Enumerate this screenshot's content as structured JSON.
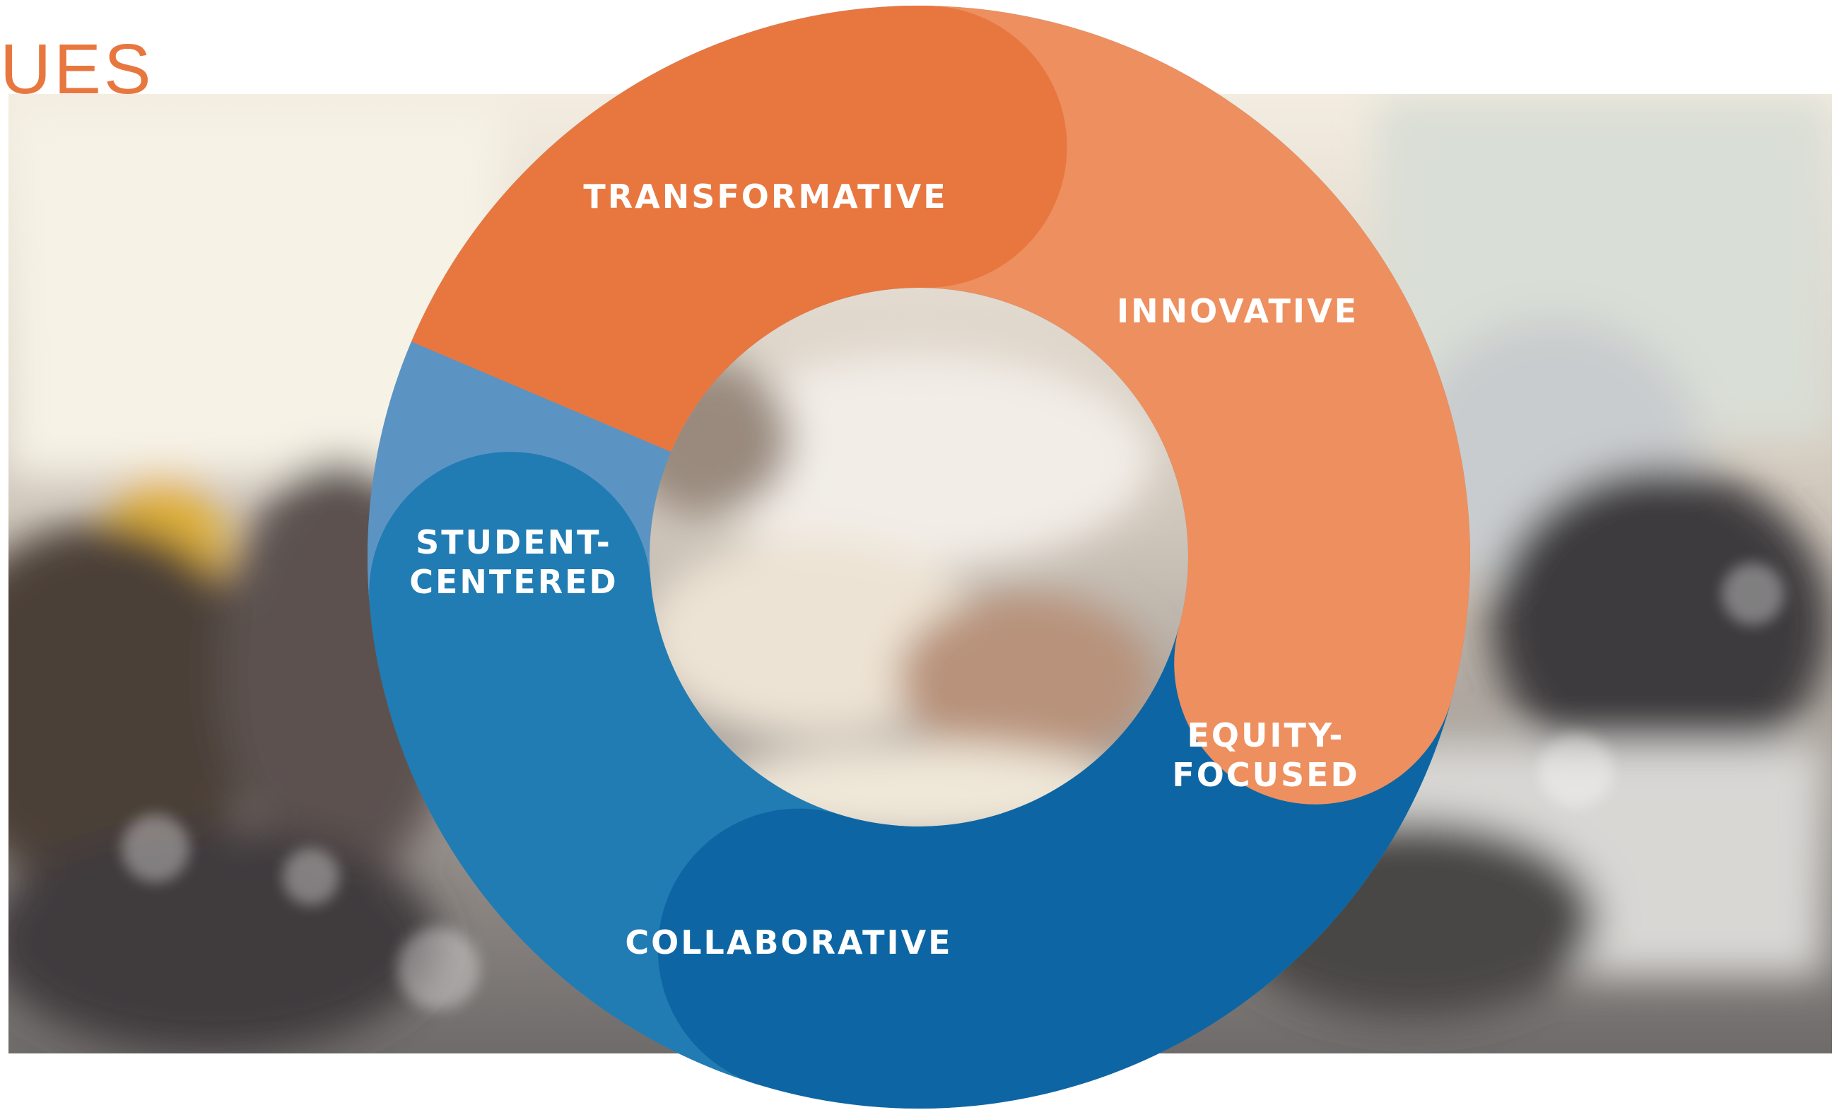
{
  "header": {
    "title": "UES"
  },
  "colors": {
    "title": "#e8773f",
    "transformative": "#e8773f",
    "innovative": "#ee8f5f",
    "equity_focused": "#0d66a3",
    "collaborative": "#207cb3",
    "student_centered": "#5b94c3"
  },
  "cycle": {
    "segments": [
      {
        "key": "transformative",
        "lines": [
          "TRANSFORMATIVE"
        ]
      },
      {
        "key": "innovative",
        "lines": [
          "INNOVATIVE"
        ]
      },
      {
        "key": "equity_focused",
        "lines": [
          "EQUITY-",
          "FOCUSED"
        ]
      },
      {
        "key": "collaborative",
        "lines": [
          "COLLABORATIVE"
        ]
      },
      {
        "key": "student_centered",
        "lines": [
          "STUDENT-",
          "CENTERED"
        ]
      }
    ]
  }
}
